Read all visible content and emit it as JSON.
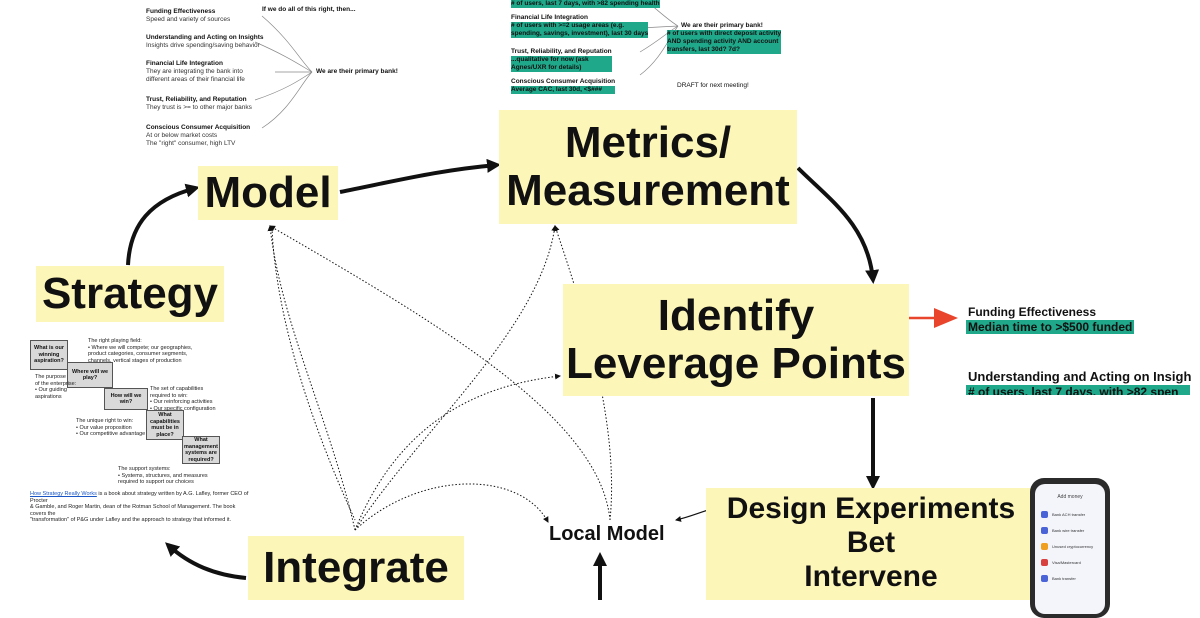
{
  "notes_left": {
    "question": "If we do all of this right, then...",
    "conclusion": "We are their primary bank!",
    "items": [
      {
        "title": "Funding Effectiveness",
        "lines": [
          "Speed and variety of sources"
        ]
      },
      {
        "title": "Understanding and Acting on Insights",
        "lines": [
          "Insights drive spending/saving behavior"
        ]
      },
      {
        "title": "Financial Life Integration",
        "lines": [
          "They are integrating the bank into",
          "different areas of their financial life"
        ]
      },
      {
        "title": "Trust, Reliability, and Reputation",
        "lines": [
          "They trust is >= to other major banks"
        ]
      },
      {
        "title": "Conscious Consumer Acquisition",
        "lines": [
          "At or below market costs",
          "The \"right\" consumer, high LTV"
        ]
      }
    ]
  },
  "notes_mid": {
    "top_metric": "# of users, last 7 days, with >82 spending health",
    "items": [
      {
        "title": "Financial Life Integration",
        "metric": [
          "# of users with >=2 usage areas (e.g.",
          "spending, savings, investment), last 30 days"
        ]
      },
      {
        "title": "Trust, Reliability, and Reputation",
        "metric": [
          "...qualitative for now (ask",
          "Agnes/UXR for details)"
        ]
      },
      {
        "title": "Conscious Consumer Acquisition",
        "metric": [
          "Average CAC, last 30d, <$###"
        ]
      }
    ],
    "conclusion": "We are their primary bank!",
    "conclusion_metric": [
      "# of users with direct deposit activity",
      "AND spending activity AND account",
      "transfers, last 30d? 7d?"
    ],
    "draft": "DRAFT for next meeting!"
  },
  "nodes": {
    "model": "Model",
    "metrics_line1": "Metrics/",
    "metrics_line2": "Measurement",
    "strategy": "Strategy",
    "identify_line1": "Identify",
    "identify_line2": "Leverage Points",
    "integrate": "Integrate",
    "local_model": "Local Model",
    "design_line1": "Design Experiments",
    "design_line2": "Bet",
    "design_line3": "Intervene"
  },
  "strategy_panel": {
    "boxes": [
      "What is our winning aspiration?",
      "Where will we play?",
      "How will we win?",
      "What capabilities must be in place?",
      "What management systems are required?"
    ],
    "notes": {
      "playing_field": [
        "The right playing field:",
        "• Where we will compete; our geographies,",
        "product categories, consumer segments,",
        "channels, vertical stages of production"
      ],
      "purpose": [
        "The purpose",
        "of the enterprise:",
        "• Our guiding",
        "aspirations"
      ],
      "capabilities": [
        "The set of capabilities",
        "required to win:",
        "• Our reinforcing activities",
        "• Our specific configuration"
      ],
      "right_to_win": [
        "The unique right to win:",
        "• Our value proposition",
        "• Our competitive advantage"
      ],
      "support": [
        "The support systems:",
        "• Systems, structures, and measures",
        "required to support our choices"
      ]
    },
    "caption_link": "How Strategy Really Works",
    "caption": [
      " is a book about strategy written by A.G. Lafley, former CEO of Procter",
      "& Gamble, and Roger Martin, dean of the Rotman School of Management. The book covers the",
      "\"transformation\" of P&G under Lafley and the approach to strategy that informed it."
    ]
  },
  "right_panel": {
    "item1_title": "Funding Effectiveness",
    "item1_metric": "Median time to >$500 funded",
    "item2_title": "Understanding and Acting on Insigh",
    "item2_metric": "# of users, last 7 days, with >82 spen"
  },
  "phone": {
    "header": "Add money",
    "rows": [
      "Bank ACH transfer",
      "Bank wire transfer",
      "Unused cryptocurrency",
      "Visa/Mastercard",
      "Bank transfer"
    ]
  },
  "colors": {
    "highlight": "#fdf6b9",
    "teal": "#1fa88a",
    "accent_arrow": "#e8452c"
  }
}
